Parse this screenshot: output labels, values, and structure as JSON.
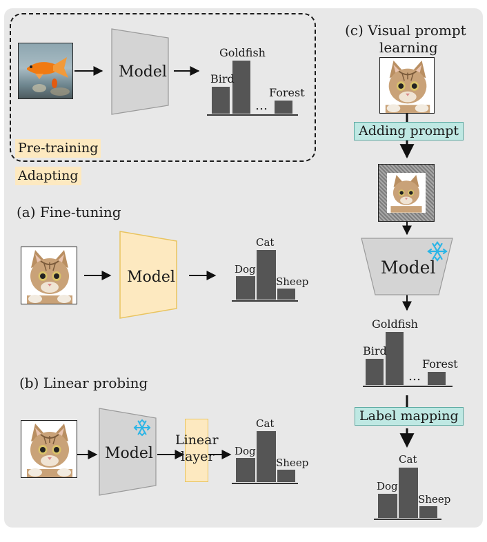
{
  "pretraining": {
    "model_label": "Model",
    "tag": "Pre-training",
    "chart": {
      "labels": [
        "Bird",
        "Goldfish",
        "Forest"
      ],
      "ellipsis": "…"
    }
  },
  "adapting_tag": "Adapting",
  "finetune": {
    "title": "(a) Fine-tuning",
    "model_label": "Model",
    "chart": {
      "labels": [
        "Dog",
        "Cat",
        "Sheep"
      ]
    }
  },
  "linear": {
    "title": "(b) Linear probing",
    "model_label": "Model",
    "layer_label_1": "Linear",
    "layer_label_2": "layer",
    "chart": {
      "labels": [
        "Dog",
        "Cat",
        "Sheep"
      ]
    }
  },
  "vp": {
    "title_1": "(c) Visual prompt",
    "title_2": "learning",
    "adding_prompt": "Adding prompt",
    "model_label": "Model",
    "chart1": {
      "labels": [
        "Bird",
        "Goldfish",
        "Forest"
      ],
      "ellipsis": "…"
    },
    "label_mapping": "Label mapping",
    "chart2": {
      "labels": [
        "Dog",
        "Cat",
        "Sheep"
      ]
    }
  },
  "colors": {
    "panel": "#e8e8e8",
    "model_gray": "#d4d4d4",
    "model_yellow": "#fde9c0",
    "bar": "#555555",
    "teal": "#bfe8e3",
    "snowflake": "#2bb5e6"
  },
  "icons": {
    "frozen": "snowflake-icon",
    "fish": "goldfish-image",
    "cat": "cat-image"
  }
}
